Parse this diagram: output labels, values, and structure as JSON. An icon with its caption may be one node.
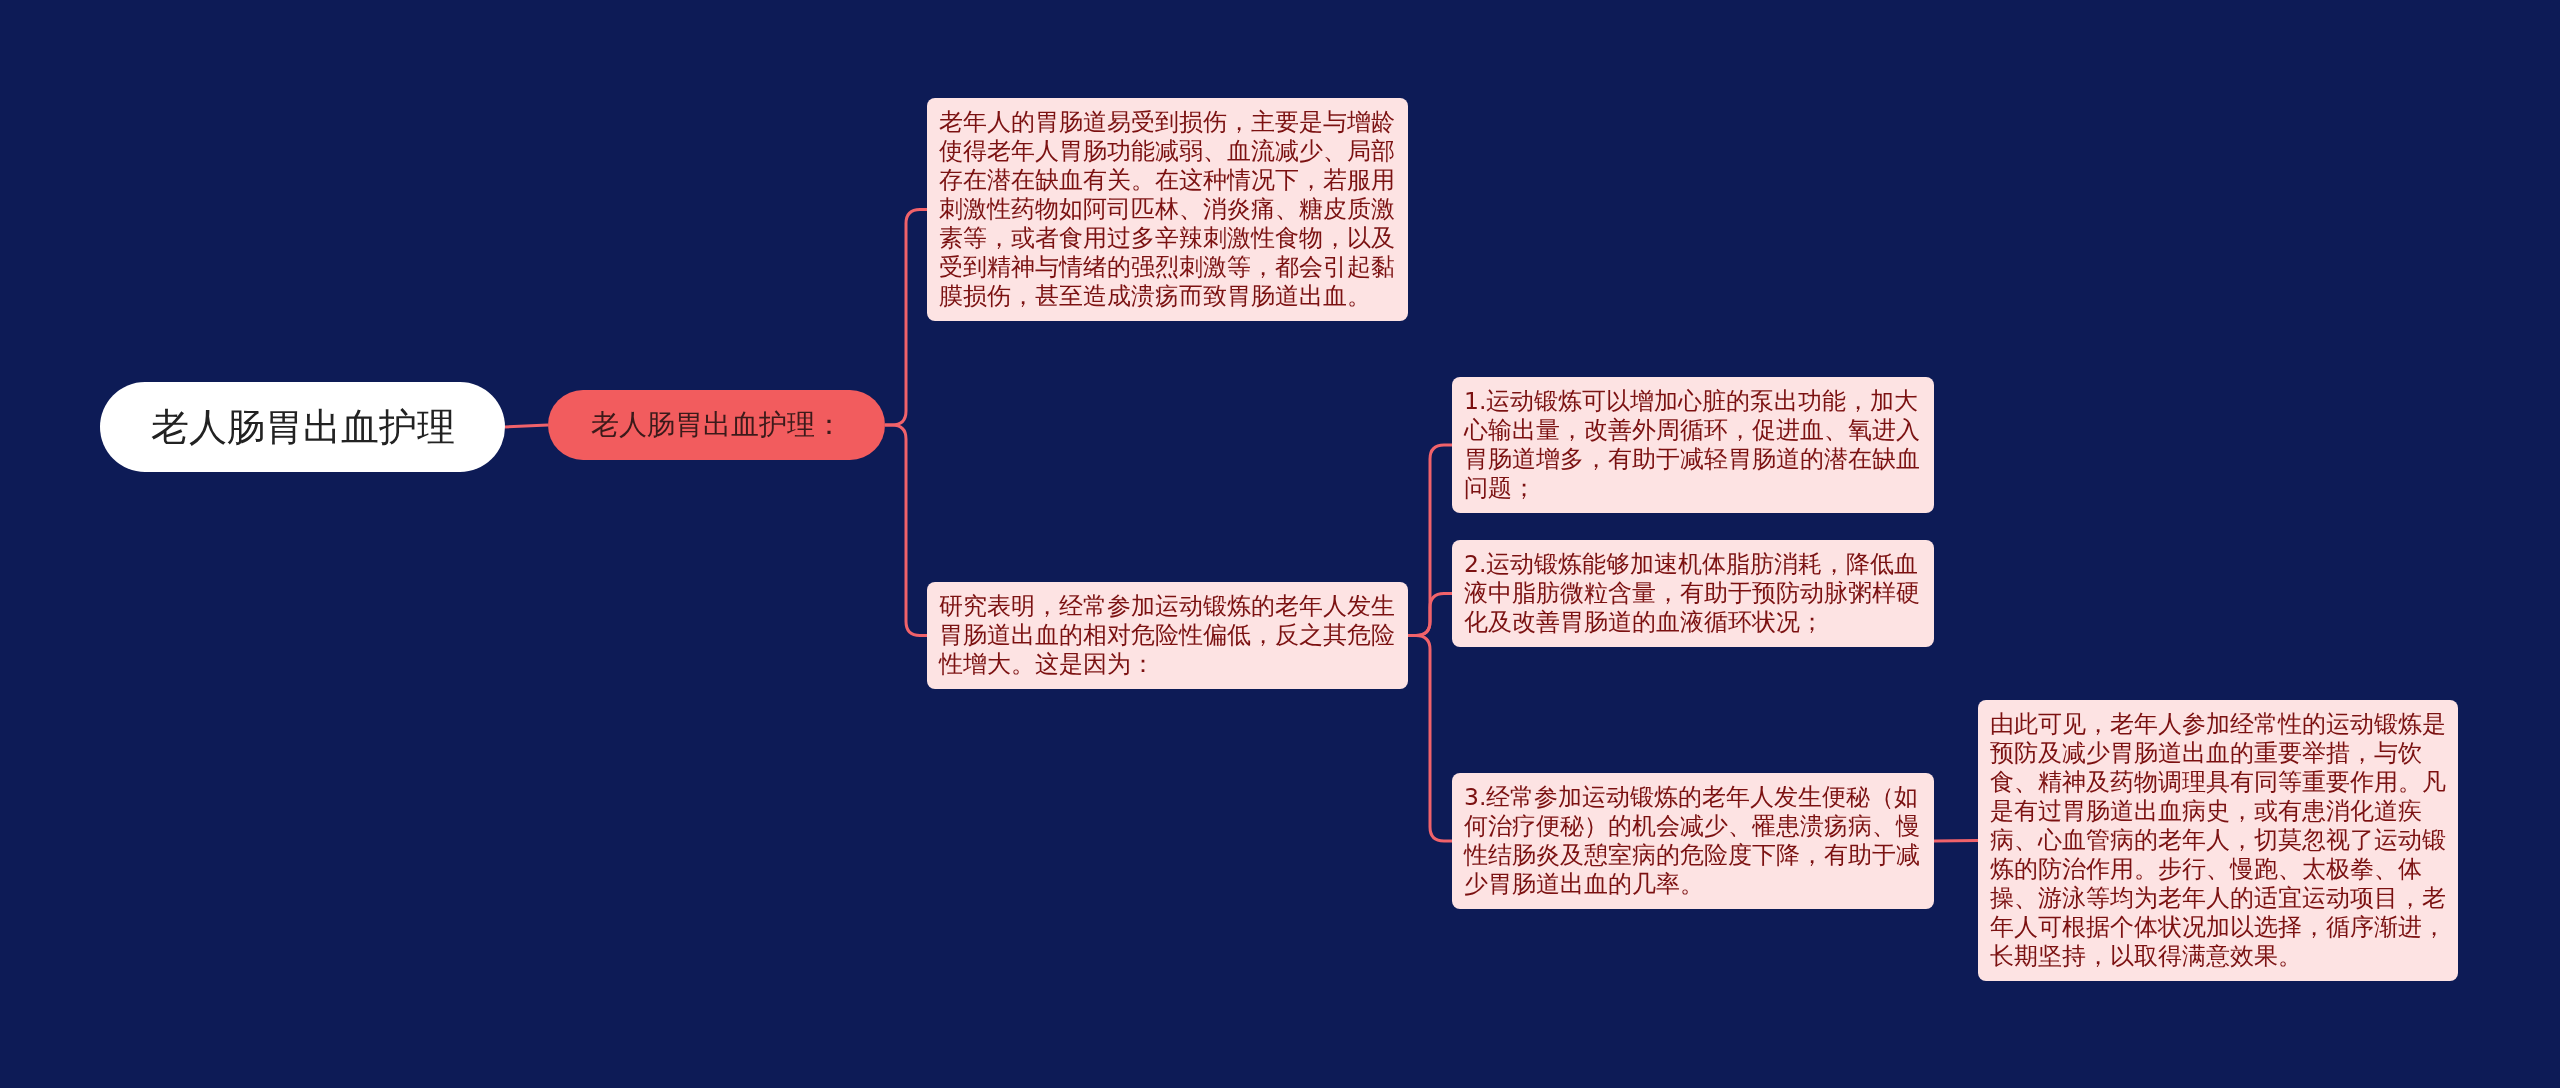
{
  "diagram": {
    "nodes": [
      {
        "text": [
          "老人肠胃出血护理"
        ]
      },
      {
        "text": [
          "老人肠胃出血护理："
        ]
      },
      {
        "text": [
          "老年人的胃肠道易受到损伤，主要是与增龄使得老年人胃肠功能减弱、血流减少、局部存在潜在缺血有关。在这种情况下，若服用刺激性药物如阿司匹林、消炎痛、糖皮质激素等，或者食用过多辛辣刺激性食物，以及受到精神与情绪的强烈刺激等，都会引起黏膜损伤，甚至造成溃疡而致胃肠道出血。"
        ]
      },
      {
        "text": [
          "研究表明，经常参加运动锻炼的老年人发生胃肠道出血的相对危险性偏低，反之其危险性增大。这是因为："
        ]
      },
      {
        "text": [
          "1.运动锻炼可以增加心脏的泵出功能，加大心输出量，改善外周循环，促进血、氧进入胃肠道增多，有助于减轻胃肠道的潜在缺血问题；"
        ]
      },
      {
        "text": [
          "2.运动锻炼能够加速机体脂肪消耗，降低血液中脂肪微粒含量，有助于预防动脉粥样硬化及改善胃肠道的血液循环状况；"
        ]
      },
      {
        "text": [
          "3.经常参加运动锻炼的老年人发生便秘（如何治疗便秘）的机会减少、罹患溃疡病、慢性结肠炎及憩室病的危险度下降，有助于减少胃肠道出血的几率。"
        ]
      },
      {
        "text": [
          "由此可见，老年人参加经常性的运动锻炼是预防及减少胃肠道出血的重要举措，与饮食、精神及药物调理具有同等重要作用。凡是有过胃肠道出血病史，或有患消化道疾病、心血管病的老年人，切莫忽视了运动锻炼的防治作用。步行、慢跑、太极拳、体操、游泳等均为老年人的适宜运动项目，老年人可根据个体状况加以选择，循序渐进，长期坚持，以取得满意效果。"
        ]
      }
    ],
    "edges": [
      {
        "from": 0,
        "to": 1,
        "arrow": "none"
      },
      {
        "from": 1,
        "to": 2,
        "arrow": "none"
      },
      {
        "from": 1,
        "to": 3,
        "arrow": "none"
      },
      {
        "from": 3,
        "to": 4,
        "arrow": "none"
      },
      {
        "from": 3,
        "to": 5,
        "arrow": "none"
      },
      {
        "from": 3,
        "to": 6,
        "arrow": "none"
      },
      {
        "from": 6,
        "to": 7,
        "arrow": "none"
      }
    ]
  }
}
